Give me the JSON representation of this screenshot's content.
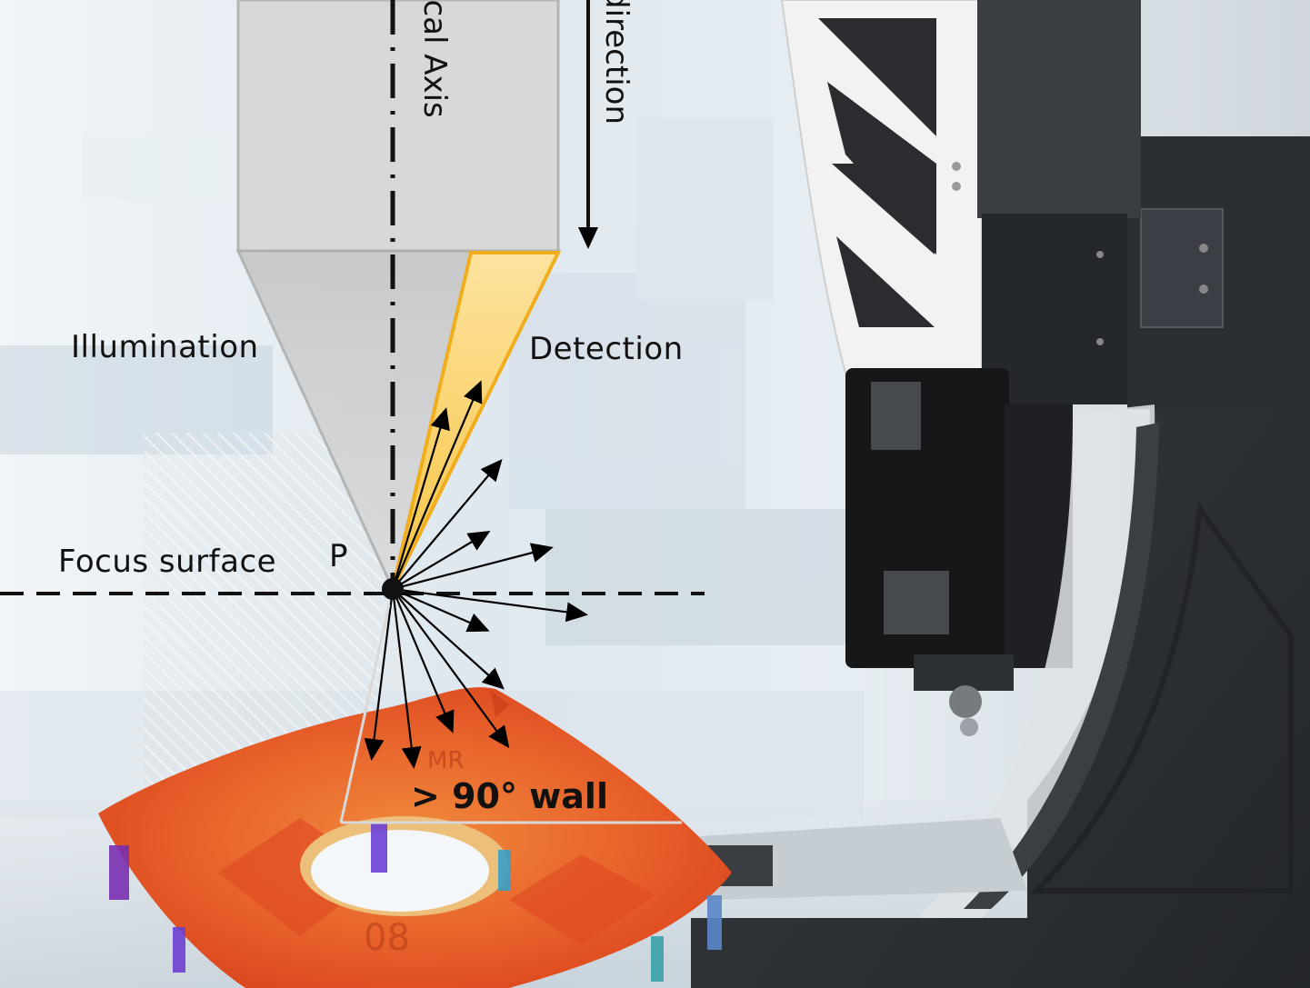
{
  "labels": {
    "optical_axis": "ical Axis",
    "direction": "direction",
    "illumination": "Illumination",
    "detection": "Detection",
    "focus_surface": "Focus surface",
    "point": "P",
    "wall": "> 90° wall",
    "engraving_1": "MR",
    "engraving_2": "08"
  },
  "colors": {
    "detection_cone": "#f6c23e",
    "illumination_cone": "#c8c8c8",
    "objective_body": "#d9d9d9",
    "part_orange": "#e8612a",
    "machine_dark": "#2f3338",
    "arrows": "#000000"
  }
}
